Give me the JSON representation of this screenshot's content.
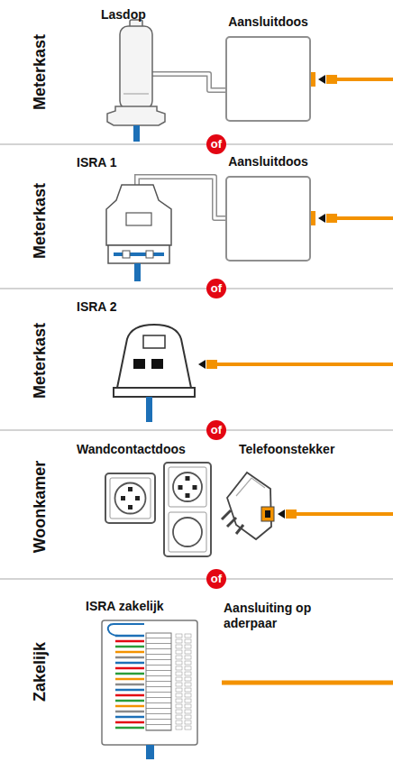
{
  "diagram": {
    "nodes": [
      {
        "text": [
          "Lasdop"
        ]
      },
      {
        "text": [
          "Aansluitdoos"
        ]
      },
      {
        "text": [
          "of"
        ]
      },
      {
        "text": [
          "ISRA 1"
        ]
      },
      {
        "text": [
          "Aansluitdoos"
        ]
      },
      {
        "text": [
          "of"
        ]
      },
      {
        "text": [
          "ISRA 2"
        ]
      },
      {
        "text": [
          "of"
        ]
      },
      {
        "text": [
          "Wandcontactdoos"
        ]
      },
      {
        "text": [
          "Telefoonstekker"
        ]
      },
      {
        "text": [
          "of"
        ]
      },
      {
        "text": [
          "ISRA zakelijk"
        ]
      }
    ],
    "edges": [
      {
        "from": 0,
        "to": 1,
        "arrow": "none"
      },
      {
        "from": 3,
        "to": 4,
        "arrow": "none"
      }
    ],
    "labels": [
      "Meterkast",
      "Meterkast",
      "Meterkast",
      "Woonkamer",
      "Zakelijk",
      "Aansluiting op aderpaar"
    ]
  }
}
